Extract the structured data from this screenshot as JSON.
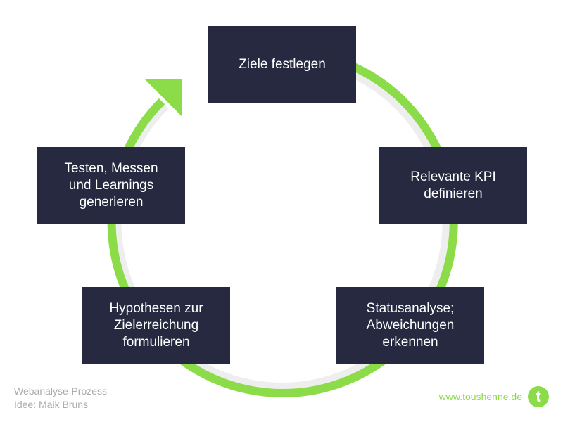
{
  "steps": [
    {
      "label": "Ziele festlegen"
    },
    {
      "label": "Relevante KPI definieren"
    },
    {
      "label": "Statusanalyse; Abweichungen erkennen"
    },
    {
      "label": "Hypothesen zur Zielerreichung formulieren"
    },
    {
      "label": "Testen, Messen und Learnings generieren"
    }
  ],
  "footer": {
    "title": "Webanalyse-Prozess",
    "credit": "Idee: Maik Bruns",
    "website": "www.toushenne.de",
    "logo_letter": "t"
  },
  "colors": {
    "accent": "#8cdc4a",
    "box": "#262940",
    "shadow": "#eeeeee"
  }
}
